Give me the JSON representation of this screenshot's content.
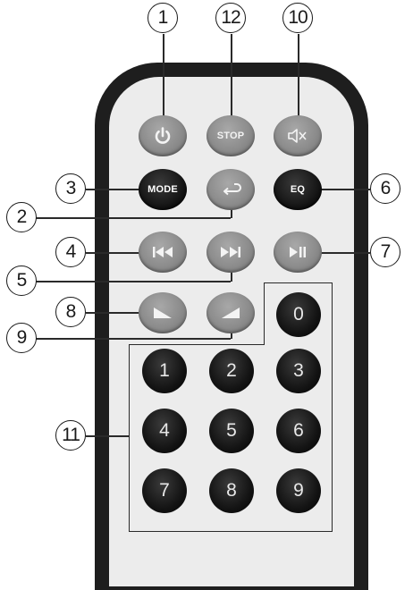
{
  "callouts": {
    "c1": "1",
    "c2": "2",
    "c3": "3",
    "c4": "4",
    "c5": "5",
    "c6": "6",
    "c7": "7",
    "c8": "8",
    "c9": "9",
    "c10": "10",
    "c11": "11",
    "c12": "12"
  },
  "buttons": {
    "stop": "STOP",
    "mode": "MODE",
    "eq": "EQ"
  },
  "numpad": [
    "0",
    "1",
    "2",
    "3",
    "4",
    "5",
    "6",
    "7",
    "8",
    "9"
  ],
  "icons": {
    "power": "power-icon",
    "mute": "mute-icon",
    "repeat": "repeat-icon",
    "previous": "previous-track-icon",
    "next": "next-track-icon",
    "play_pause": "play-pause-icon",
    "volume_down": "volume-down-icon",
    "volume_up": "volume-up-icon"
  },
  "colors": {
    "remote_body": "#1e1e1e",
    "remote_face": "#ececec",
    "grey_button": "#8c8c8c",
    "black_button": "#141414"
  }
}
